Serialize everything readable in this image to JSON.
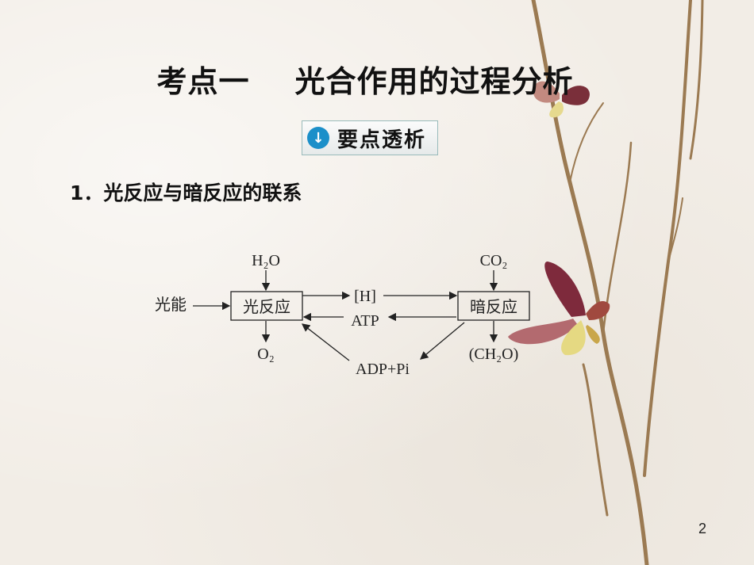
{
  "title": "考点一    光合作用的过程分析",
  "badge": {
    "icon": "download-circle-icon",
    "label": "要点透析"
  },
  "section_heading": "1．光反应与暗反应的联系",
  "diagram": {
    "h2o": "H₂O",
    "light_energy": "光能",
    "light_reaction": "光反应",
    "o2": "O₂",
    "h": "[H]",
    "atp": "ATP",
    "adp_pi": "ADP+Pi",
    "co2": "CO₂",
    "dark_reaction": "暗反应",
    "ch2o": "(CH₂O)"
  },
  "page_number": "2"
}
